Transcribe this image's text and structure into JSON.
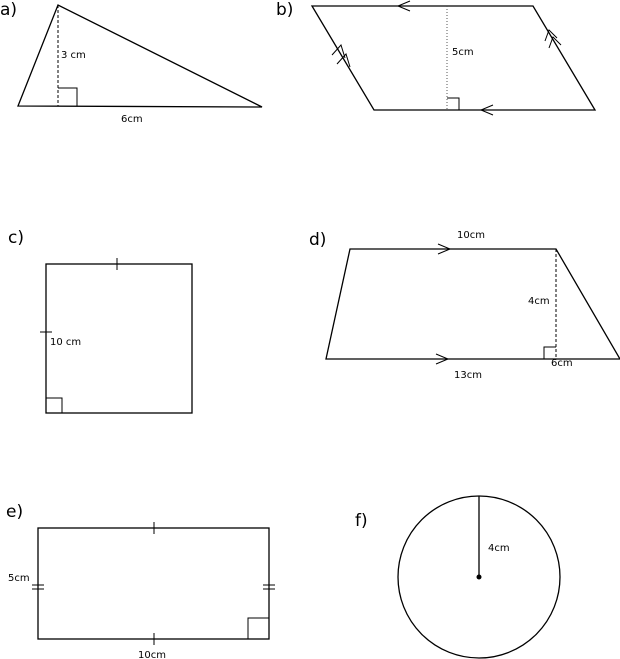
{
  "shapes": {
    "a": {
      "label": "a)",
      "height": "3 cm",
      "base": "6cm"
    },
    "b": {
      "label": "b)",
      "height": "5cm"
    },
    "c": {
      "label": "c)",
      "side": "10 cm"
    },
    "d": {
      "label": "d)",
      "top": "10cm",
      "height": "4cm",
      "overhang": "6cm",
      "bottom": "13cm"
    },
    "e": {
      "label": "e)",
      "width": "5cm",
      "length": "10cm"
    },
    "f": {
      "label": "f)",
      "radius": "4cm"
    }
  }
}
